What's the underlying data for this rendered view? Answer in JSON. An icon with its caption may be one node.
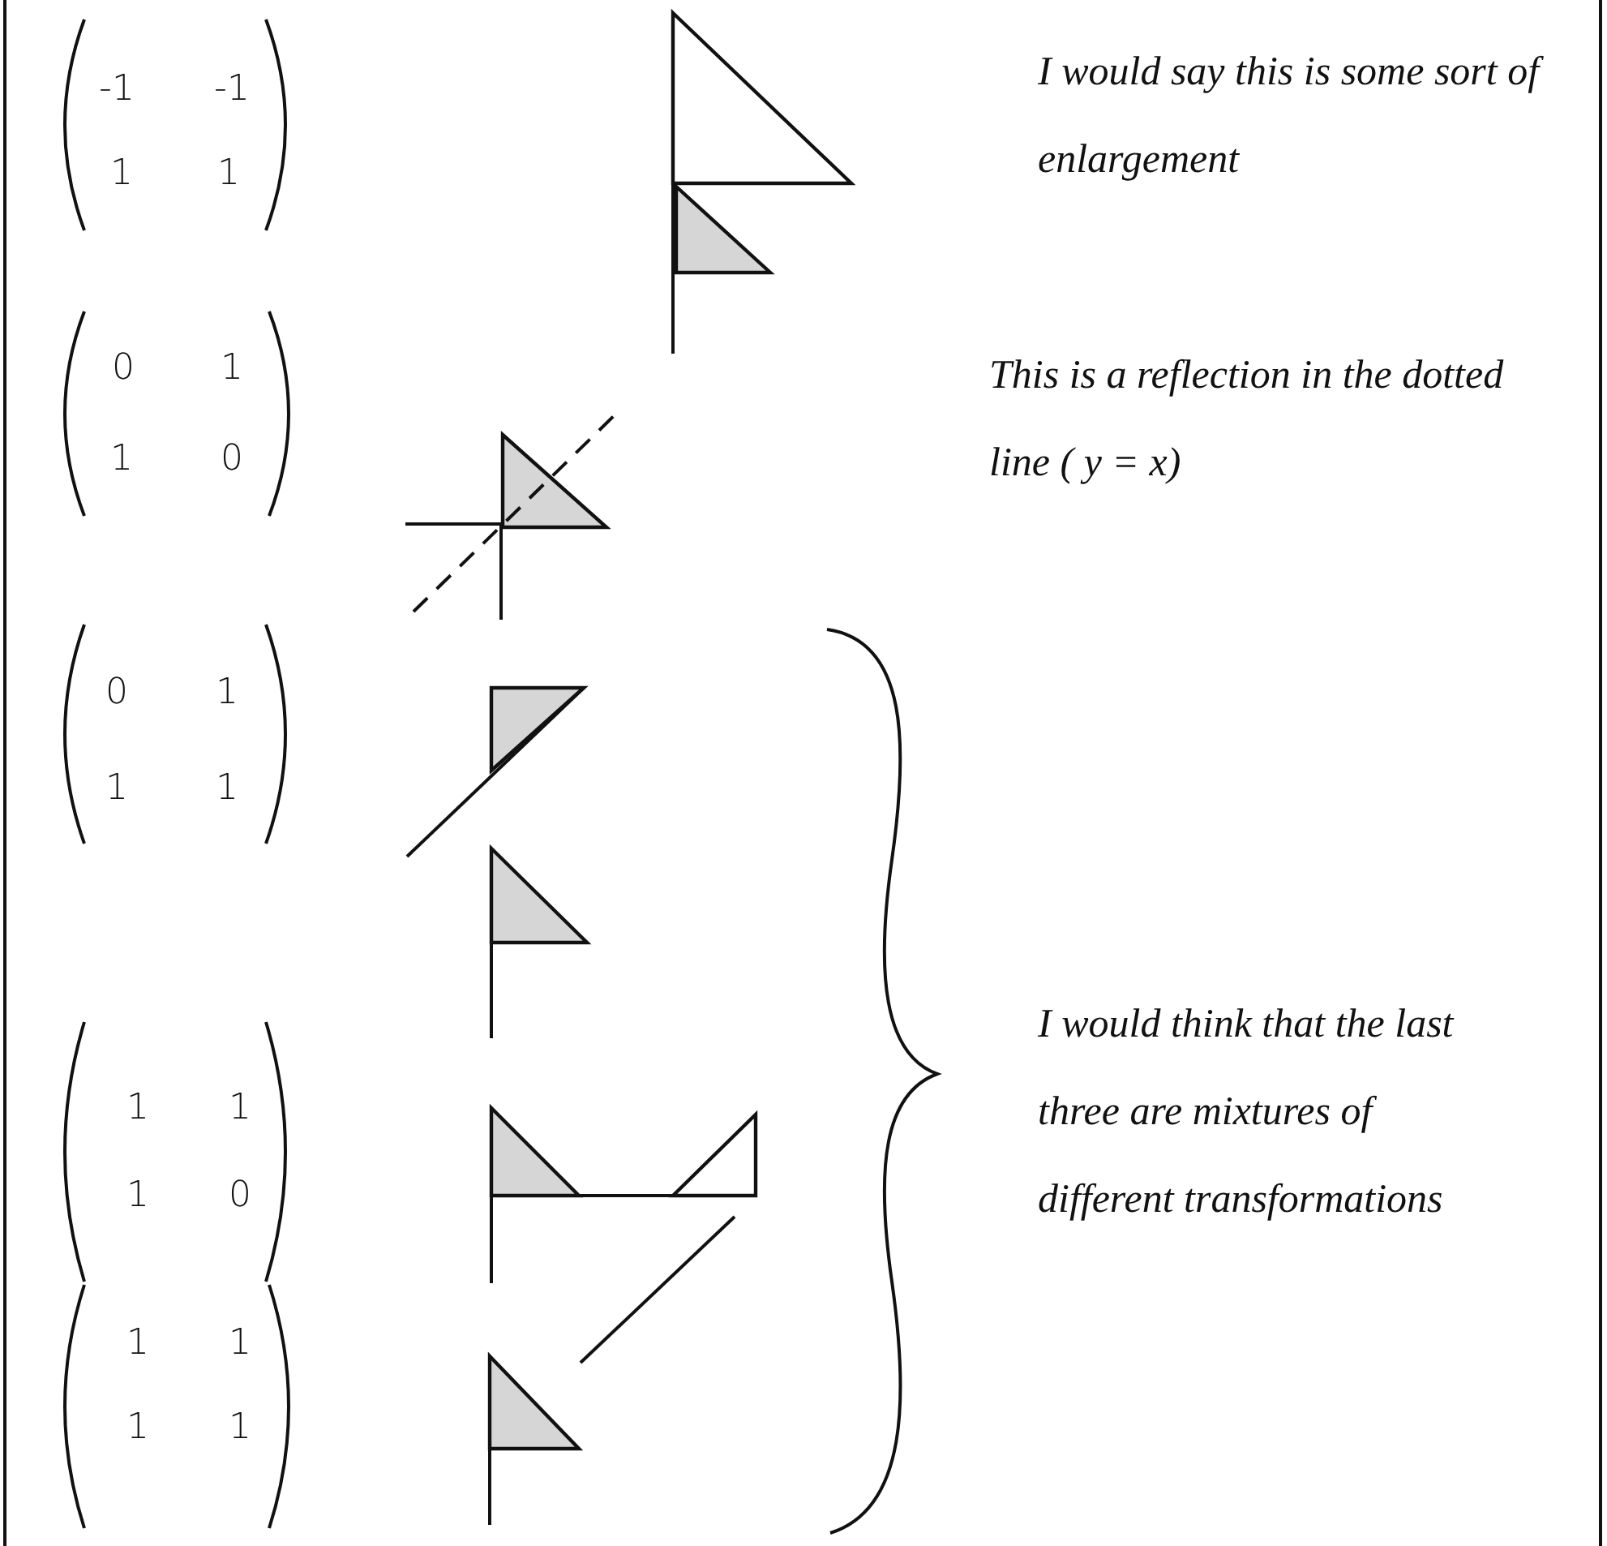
{
  "diagram": {
    "labels": [
      "-1",
      "-1",
      "1",
      "1",
      "I would say this is some sort of enlargement",
      "0",
      "1",
      "1",
      "0",
      "This is a reflection in the dotted line ( y = x)",
      "0",
      "1",
      "1",
      "1",
      "I would think that the last three are mixtures of different transformations",
      "1",
      "1",
      "1",
      "0",
      "1",
      "1",
      "1",
      "1"
    ]
  }
}
